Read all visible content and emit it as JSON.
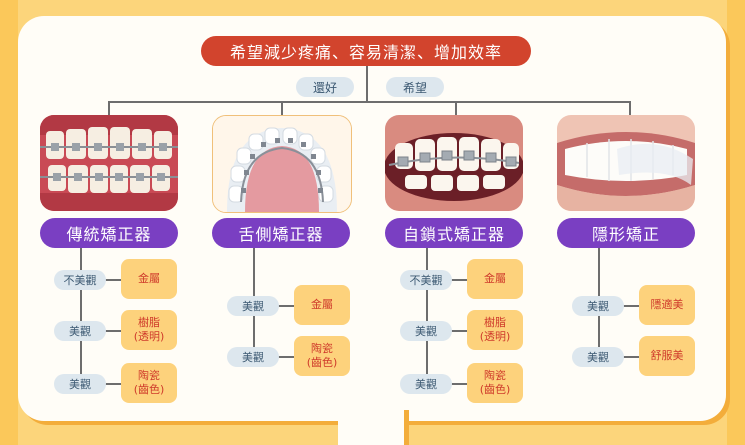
{
  "title": "希望減少疼痛、容易清潔、增加效率",
  "branches": {
    "ok": "還好",
    "hope": "希望"
  },
  "categories": [
    {
      "name": "傳統矯正器",
      "options": [
        {
          "aesthetic": "不美觀",
          "material_1": "金屬",
          "material_2": ""
        },
        {
          "aesthetic": "美觀",
          "material_1": "樹脂",
          "material_2": "(透明)"
        },
        {
          "aesthetic": "美觀",
          "material_1": "陶瓷",
          "material_2": "(齒色)"
        }
      ]
    },
    {
      "name": "舌側矯正器",
      "options": [
        {
          "aesthetic": "美觀",
          "material_1": "金屬",
          "material_2": ""
        },
        {
          "aesthetic": "美觀",
          "material_1": "陶瓷",
          "material_2": "(齒色)"
        }
      ]
    },
    {
      "name": "自鎖式矯正器",
      "options": [
        {
          "aesthetic": "不美觀",
          "material_1": "金屬",
          "material_2": ""
        },
        {
          "aesthetic": "美觀",
          "material_1": "樹脂",
          "material_2": "(透明)"
        },
        {
          "aesthetic": "美觀",
          "material_1": "陶瓷",
          "material_2": "(齒色)"
        }
      ]
    },
    {
      "name": "隱形矯正",
      "options": [
        {
          "aesthetic": "美觀",
          "material_1": "隱適美",
          "material_2": ""
        },
        {
          "aesthetic": "美觀",
          "material_1": "舒服美",
          "material_2": ""
        }
      ]
    }
  ]
}
